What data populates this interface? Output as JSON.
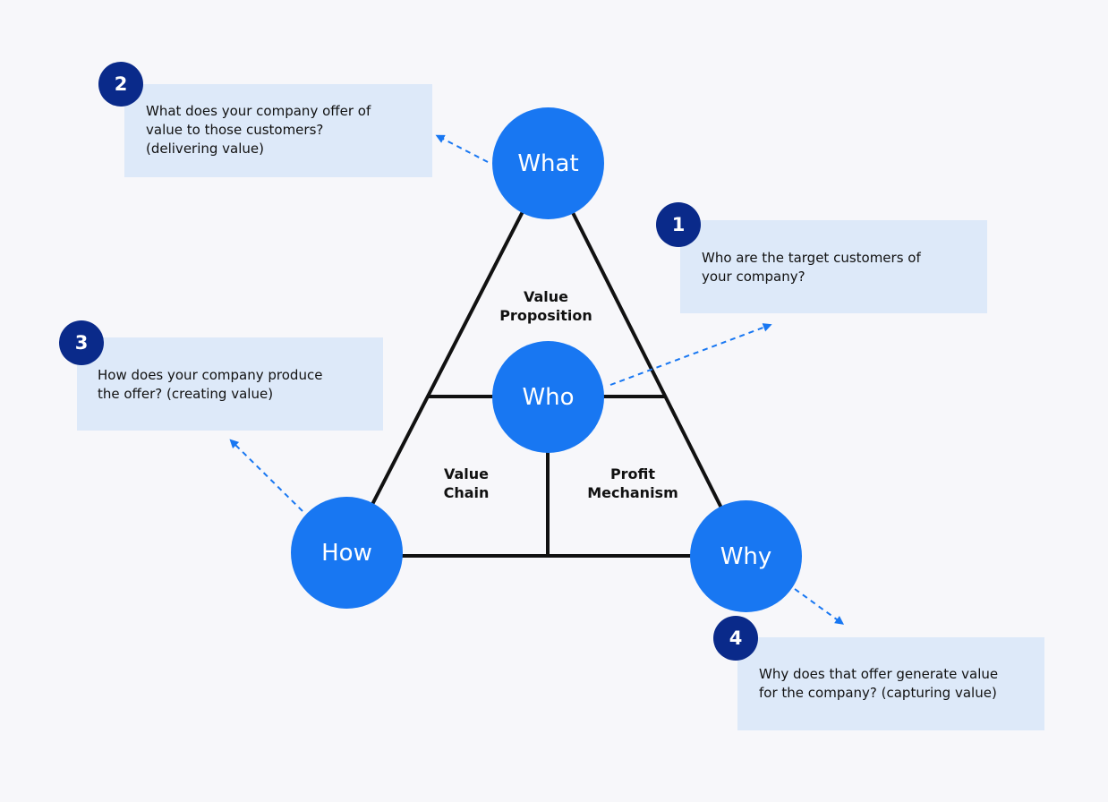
{
  "colors": {
    "background": "#f7f7fa",
    "node": "#1877f2",
    "badge": "#0a2a8a",
    "box": "#dde9f9",
    "line": "#111111",
    "arrow": "#1877f2"
  },
  "nodes": {
    "what": "What",
    "who": "Who",
    "how": "How",
    "why": "Why"
  },
  "regions": {
    "top": "Value\nProposition",
    "left": "Value\nChain",
    "right": "Profit\nMechanism"
  },
  "questions": [
    {
      "number": "1",
      "text": "Who are the target customers of\nyour company?"
    },
    {
      "number": "2",
      "text": "What does your company offer of\nvalue to those customers?\n(delivering value)"
    },
    {
      "number": "3",
      "text": "How does your company produce\nthe offer? (creating value)"
    },
    {
      "number": "4",
      "text": "Why does that offer generate value\nfor the company? (capturing value)"
    }
  ]
}
